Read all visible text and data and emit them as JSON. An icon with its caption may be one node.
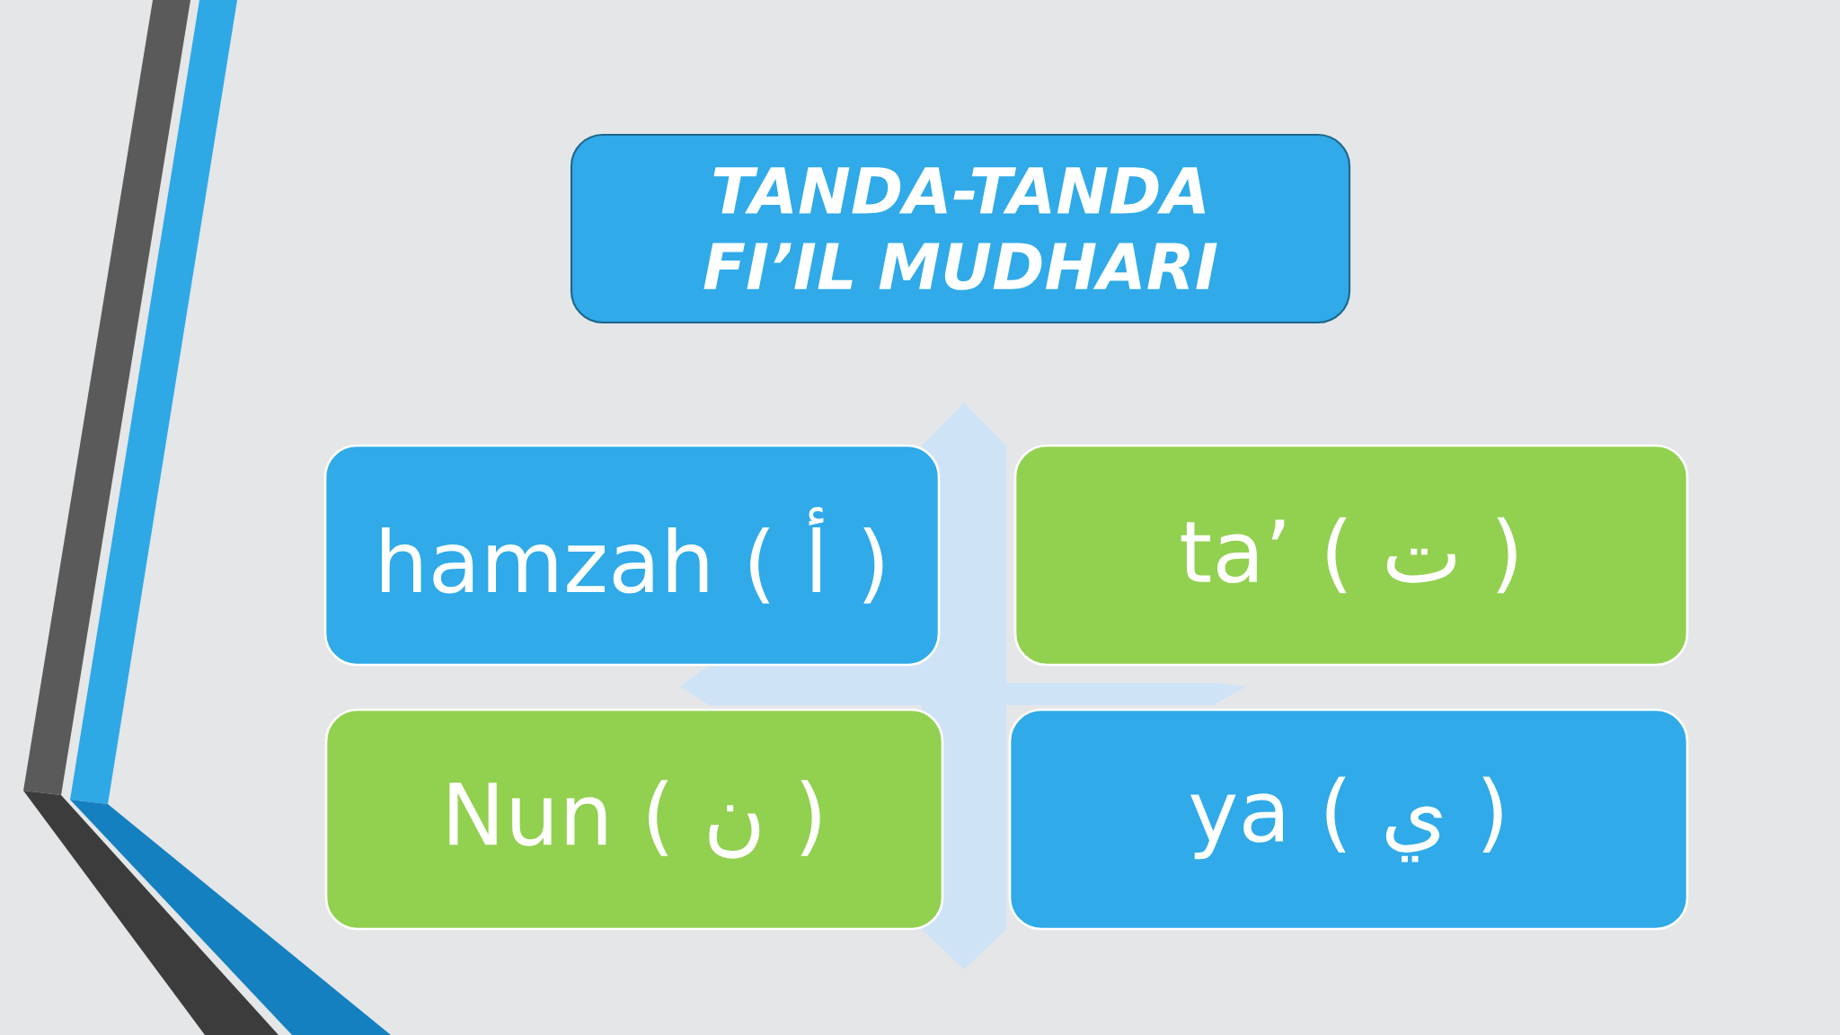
{
  "diagram": {
    "nodes": [
      {
        "text": [
          "TANDA-TANDA FI’IL MUDHARI"
        ]
      },
      {
        "text": [
          "hamzah ( أ )"
        ]
      },
      {
        "text": [
          "ta’ ( ت )"
        ]
      },
      {
        "text": [
          "Nun ( ن )"
        ]
      },
      {
        "text": [
          "ya ( ي )"
        ]
      }
    ]
  }
}
